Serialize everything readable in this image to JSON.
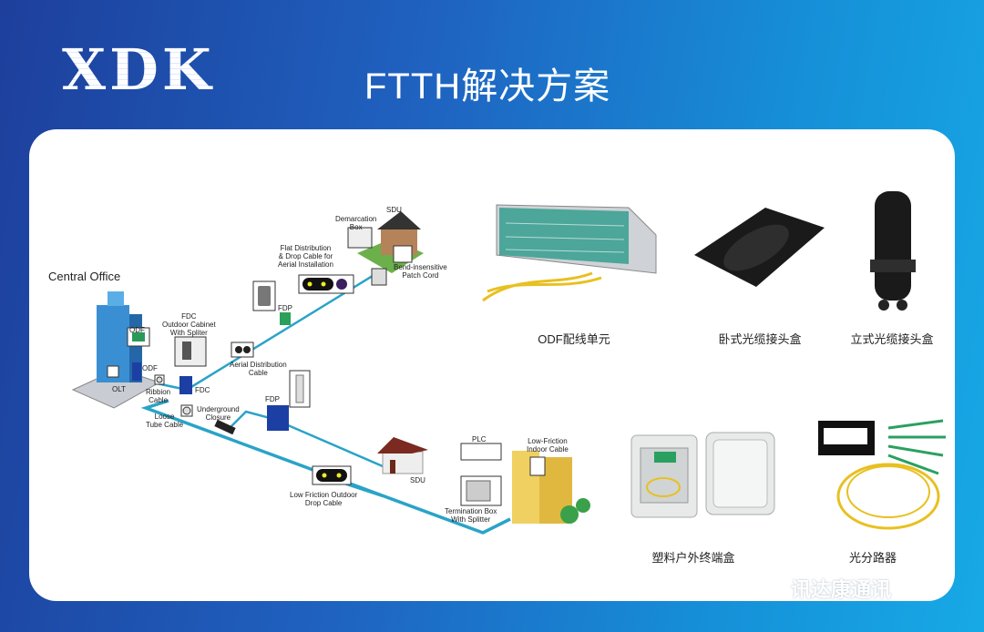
{
  "header": {
    "logo": "XDK",
    "title": "FTTH解决方案"
  },
  "diagram": {
    "central_office": "Central Office",
    "sdu_top": "SDU",
    "demarcation_box": [
      "Demarcation",
      "Box"
    ],
    "flat_cable": [
      "Flat Distribution",
      "& Drop Cable for",
      "Aerial Installation"
    ],
    "patch_cord": [
      "Bend-insensitive",
      "Patch Cord"
    ],
    "fdp_upper": "FDP",
    "fdc_cabinet": [
      "FDC",
      "Outdoor Cabinet",
      "With Spliter"
    ],
    "odf_upper": "ODF",
    "odf": "ODF",
    "olt": "OLT",
    "aerial_cable": [
      "Aerial Distribution",
      "Cable"
    ],
    "fdc": "FDC",
    "ribbon_cable": [
      "Ribbion",
      "Cable"
    ],
    "fdp_lower": "FDP",
    "underground_closure": [
      "Underground",
      "Closure"
    ],
    "loose_tube": [
      "Loose",
      "Tube Cable"
    ],
    "sdu_lower": "SDU",
    "drop_cable": [
      "Low Friction Outdoor",
      "Drop Cable"
    ],
    "plc": "PLC",
    "indoor_cable": [
      "Low-Friction",
      "Indoor Cable"
    ],
    "termination_box": [
      "Termination Box",
      "With Splitter"
    ]
  },
  "products": [
    {
      "caption": "ODF配线单元"
    },
    {
      "caption": "卧式光缆接头盒"
    },
    {
      "caption": "立式光缆接头盒"
    },
    {
      "caption": "塑料户外终端盒"
    },
    {
      "caption": "光分路器"
    }
  ],
  "watermark": "讯达康通讯",
  "colors": {
    "cable": "#2aa3c8",
    "card": "#ffffff"
  }
}
